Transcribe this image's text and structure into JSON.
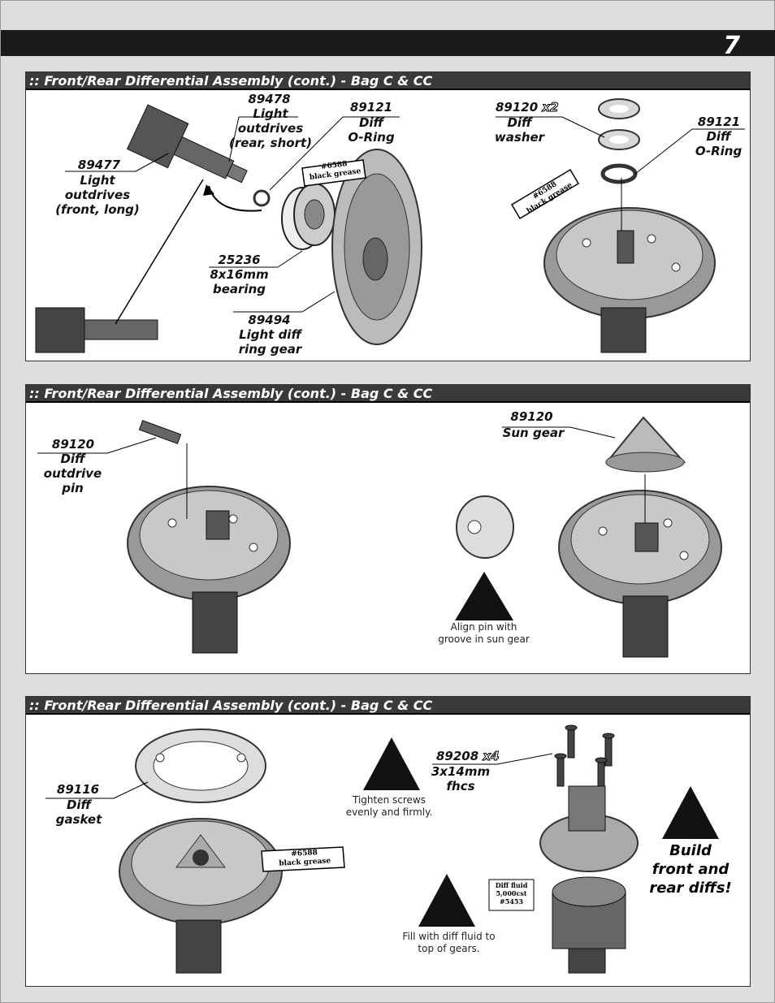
{
  "page": {
    "number": "7"
  },
  "panels": [
    {
      "title": ":: Front/Rear Differential Assembly  (cont.) - Bag C & CC",
      "labels": {
        "p89478": "89478",
        "p89478_name": "Light\noutdrives\n(rear, short)",
        "p89477": "89477",
        "p89477_name": "Light\noutdrives\n(front, long)",
        "p89121a": "89121",
        "p89121a_name": "Diff\nO-Ring",
        "p25236": "25236",
        "p25236_name": "8x16mm\nbearing",
        "p89494": "89494",
        "p89494_name": "Light diff\nring gear",
        "p89120": "89120",
        "p89120_qty": "x2",
        "p89120_name": "Diff\nwasher",
        "p89121b": "89121",
        "p89121b_name": "Diff\nO-Ring",
        "grease1_a": "#6588",
        "grease1_b": "black grease",
        "grease2_a": "#6588",
        "grease2_b": "black grease"
      }
    },
    {
      "title": ":: Front/Rear Differential Assembly  (cont.) - Bag C & CC",
      "labels": {
        "pin": "89120",
        "pin_name": "Diff\noutdrive\npin",
        "sun": "89120",
        "sun_name": "Sun gear",
        "note": "Align pin with\ngroove in sun gear"
      }
    },
    {
      "title": ":: Front/Rear Differential Assembly  (cont.) - Bag C & CC",
      "labels": {
        "gasket": "89116",
        "gasket_name": "Diff\ngasket",
        "screws": "89208",
        "screws_qty": "x4",
        "screws_name": "3x14mm\nfhcs",
        "note_tighten": "Tighten screws\nevenly and firmly.",
        "note_fluid": "Fill with diff fluid to\ntop of gears.",
        "build": "Build\nfront and\nrear diffs!",
        "grease_a": "#6588",
        "grease_b": "black grease",
        "fluid_a": "Diff fluid",
        "fluid_b": "5,000cst",
        "fluid_c": "#5453"
      }
    }
  ]
}
